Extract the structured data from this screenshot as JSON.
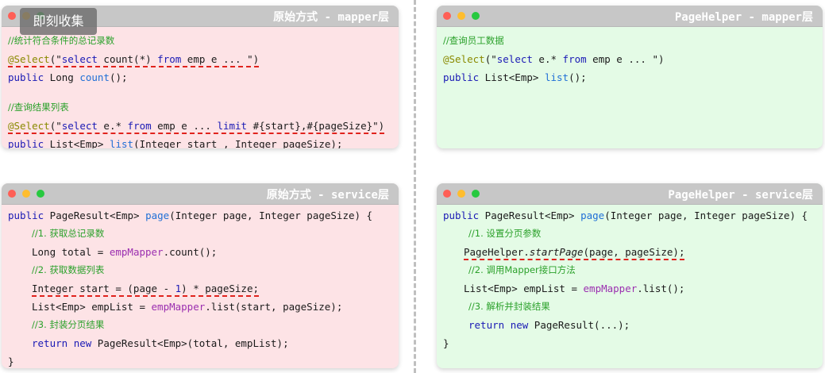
{
  "watermark": {
    "text": "即刻收集"
  },
  "panels": {
    "orig_mapper": {
      "title": "原始方式 - mapper层",
      "c1": "//统计符合条件的总记录数",
      "l2_ann": "@Select",
      "l2_a": "(\"",
      "l2_kw1": "select",
      "l2_b": " count(*) ",
      "l2_kw2": "from",
      "l2_c": " emp e ... \")",
      "l3_kw": "public",
      "l3_a": " Long ",
      "l3_fn": "count",
      "l3_b": "();",
      "c2": "//查询结果列表",
      "l5_ann": "@Select",
      "l5_a": "(\"",
      "l5_kw1": "select",
      "l5_b": " e.* ",
      "l5_kw2": "from",
      "l5_c": " emp e ... ",
      "l5_kw3": "limit",
      "l5_d": " #{start},#{pageSize}\")",
      "l6_kw": "public",
      "l6_a": " List<Emp> ",
      "l6_fn": "list",
      "l6_b": "(Integer start , Integer pageSize);"
    },
    "ph_mapper": {
      "title": "PageHelper - mapper层",
      "c1": "//查询员工数据",
      "l2_ann": "@Select",
      "l2_a": "(\"",
      "l2_kw1": "select",
      "l2_b": " e.* ",
      "l2_kw2": "from",
      "l2_c": " emp e ... \")",
      "l3_kw": "public",
      "l3_a": " List<Emp> ",
      "l3_fn": "list",
      "l3_b": "();"
    },
    "orig_service": {
      "title": "原始方式 - service层",
      "l1_kw": "public",
      "l1_a": " PageResult<Emp> ",
      "l1_fn": "page",
      "l1_b": "(Integer page, Integer pageSize) {",
      "c1": "//1. 获取总记录数",
      "l3_a": "Long total = ",
      "l3_var": "empMapper",
      "l3_b": ".count();",
      "c2": "//2. 获取数据列表",
      "l5_a": "Integer start = (page - ",
      "l5_num": "1",
      "l5_b": ") * pageSize;",
      "l6_a": "List<Emp> empList = ",
      "l6_var": "empMapper",
      "l6_b": ".list(start, pageSize);",
      "c3": "//3. 封装分页结果",
      "l8_kw1": "return",
      "l8_sp": " ",
      "l8_kw2": "new",
      "l8_a": " PageResult<Emp>(total, empList);",
      "close": "}"
    },
    "ph_service": {
      "title": "PageHelper - service层",
      "l1_kw": "public",
      "l1_a": " PageResult<Emp> ",
      "l1_fn": "page",
      "l1_b": "(Integer page, Integer pageSize) {",
      "c1": "//1. 设置分页参数",
      "l3_a": "PageHelper.",
      "l3_it": "startPage",
      "l3_b": "(page, pageSize);",
      "c2": "//2. 调用Mapper接口方法",
      "l5_a": "List<Emp> empList = ",
      "l5_var": "empMapper",
      "l5_b": ".list();",
      "c3": "//3. 解析并封装结果",
      "l7_kw1": "return",
      "l7_sp": " ",
      "l7_kw2": "new",
      "l7_a": " PageResult(...);",
      "close": "}"
    }
  }
}
